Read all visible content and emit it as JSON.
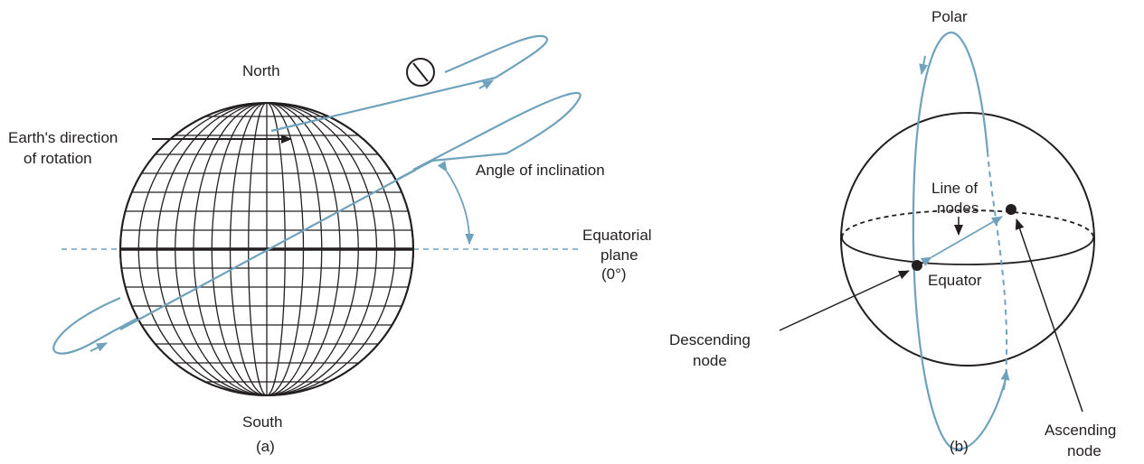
{
  "colors": {
    "ink": "#231f20",
    "orbit": "#6fa2bd",
    "background": "#ffffff"
  },
  "panel_a": {
    "north": "North",
    "south": "South",
    "rotation_line1": "Earth's direction",
    "rotation_line2": "of rotation",
    "inclination": "Angle of inclination",
    "equatorial_line1": "Equatorial",
    "equatorial_line2": "plane",
    "equatorial_line3": "(0°)",
    "caption": "(a)",
    "satellite_icon": "circle-with-cross-icon"
  },
  "panel_b": {
    "polar": "Polar",
    "line_of_nodes_line1": "Line of",
    "line_of_nodes_line2": "nodes",
    "equator": "Equator",
    "descending_line1": "Descending",
    "descending_line2": "node",
    "ascending_line1": "Ascending",
    "ascending_line2": "node",
    "caption": "(b)"
  }
}
